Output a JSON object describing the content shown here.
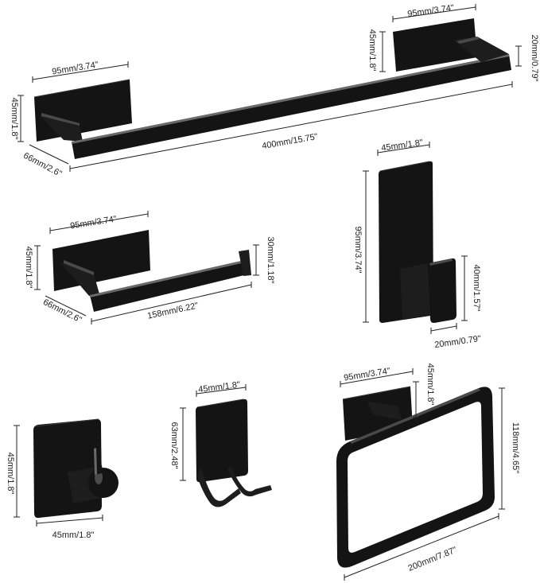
{
  "products": {
    "towel_bar": {
      "plate_width": "95mm/3.74\"",
      "plate_width_right": "95mm/3.74\"",
      "plate_height_left": "45mm/1.8\"",
      "plate_height_right": "45mm/1.8\"",
      "bar_thickness": "20mm/0.79\"",
      "projection": "66mm/2.6\"",
      "length": "400mm/15.75\""
    },
    "paper_holder": {
      "plate_width": "95mm/3.74\"",
      "plate_height": "45mm/1.8\"",
      "end_height": "30mm/1.18\"",
      "projection": "66mm/2.6\"",
      "length": "158mm/6.22\""
    },
    "robe_hook_tall": {
      "width": "45mm/1.8\"",
      "height": "95mm/3.74\"",
      "hook_height": "40mm/1.57\"",
      "hook_depth": "20mm/0.79\""
    },
    "robe_hook_small": {
      "height": "45mm/1.8\"",
      "width": "45mm/1.8\""
    },
    "razor_holder": {
      "width": "45mm/1.8\"",
      "height": "63mm/2.48\""
    },
    "towel_ring": {
      "plate_width": "95mm/3.74\"",
      "plate_height": "45mm/1.8\"",
      "ring_height": "118mm/4.65\"",
      "ring_width": "200mm/7.87\""
    }
  }
}
